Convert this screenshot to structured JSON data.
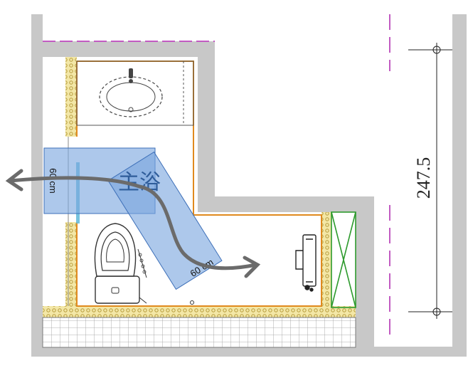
{
  "labels": {
    "room_name": "主浴",
    "clearance_vertical": "60 cm",
    "clearance_diagonal": "60 cm",
    "dimension": "247.5"
  },
  "colors": {
    "wall": "#c8c8c8",
    "wall_outline": "#8a8a8a",
    "insulation": "#f3e7a6",
    "insulation_dot": "#b59a3a",
    "counter_outline": "#e08a1e",
    "clearance_fill": "#7aa7df",
    "clearance_stroke": "#3d6fb8",
    "arrow": "#6b6b6b",
    "wall_line_accent": "#c25bc2",
    "shower_glass": "#5fb9d8",
    "window_green": "#2d9a2d"
  },
  "icons": {
    "sink": "sink-icon",
    "toilet": "toilet-icon",
    "shower_fixture": "shower-fixture-icon",
    "window_frame": "window-frame-icon",
    "arrow": "arrow-head-icon"
  }
}
